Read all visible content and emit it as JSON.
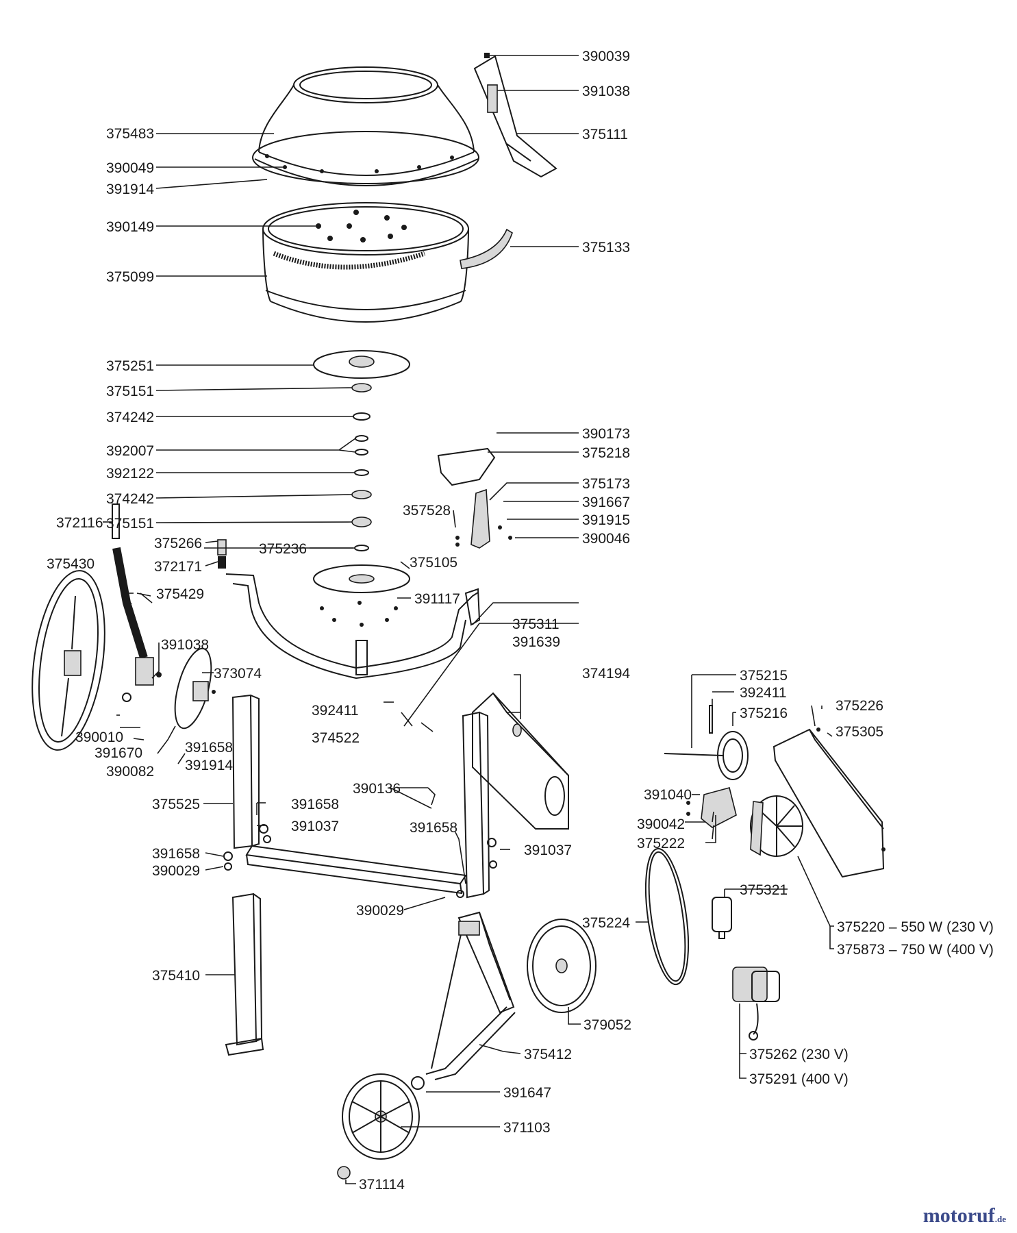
{
  "labels": [
    {
      "id": "390039",
      "text": "390039"
    },
    {
      "id": "391038a",
      "text": "391038"
    },
    {
      "id": "375111",
      "text": "375111"
    },
    {
      "id": "375483",
      "text": "375483"
    },
    {
      "id": "390049",
      "text": "390049"
    },
    {
      "id": "391914a",
      "text": "391914"
    },
    {
      "id": "390149",
      "text": "390149"
    },
    {
      "id": "375133",
      "text": "375133"
    },
    {
      "id": "375099",
      "text": "375099"
    },
    {
      "id": "375251",
      "text": "375251"
    },
    {
      "id": "375151a",
      "text": "375151"
    },
    {
      "id": "374242a",
      "text": "374242"
    },
    {
      "id": "392007",
      "text": "392007"
    },
    {
      "id": "392122",
      "text": "392122"
    },
    {
      "id": "374242b",
      "text": "374242"
    },
    {
      "id": "375151b",
      "text": "375151"
    },
    {
      "id": "372116",
      "text": "372116"
    },
    {
      "id": "375266",
      "text": "375266"
    },
    {
      "id": "372171",
      "text": "372171"
    },
    {
      "id": "375236",
      "text": "375236"
    },
    {
      "id": "375105",
      "text": "375105"
    },
    {
      "id": "390173",
      "text": "390173"
    },
    {
      "id": "375218",
      "text": "375218"
    },
    {
      "id": "375173",
      "text": "375173"
    },
    {
      "id": "391667",
      "text": "391667"
    },
    {
      "id": "357528",
      "text": "357528"
    },
    {
      "id": "391915",
      "text": "391915"
    },
    {
      "id": "390046",
      "text": "390046"
    },
    {
      "id": "375430",
      "text": "375430"
    },
    {
      "id": "375429",
      "text": "375429"
    },
    {
      "id": "391117",
      "text": "391117"
    },
    {
      "id": "375311",
      "text": "375311"
    },
    {
      "id": "391639",
      "text": "391639"
    },
    {
      "id": "391038b",
      "text": "391038"
    },
    {
      "id": "373074",
      "text": "373074"
    },
    {
      "id": "374194",
      "text": "374194"
    },
    {
      "id": "375215",
      "text": "375215"
    },
    {
      "id": "392411a",
      "text": "392411"
    },
    {
      "id": "375226",
      "text": "375226"
    },
    {
      "id": "375216",
      "text": "375216"
    },
    {
      "id": "375305",
      "text": "375305"
    },
    {
      "id": "392411b",
      "text": "392411"
    },
    {
      "id": "374522",
      "text": "374522"
    },
    {
      "id": "390010",
      "text": "390010"
    },
    {
      "id": "391670",
      "text": "391670"
    },
    {
      "id": "391658a",
      "text": "391658"
    },
    {
      "id": "390082",
      "text": "390082"
    },
    {
      "id": "391914b",
      "text": "391914"
    },
    {
      "id": "390136",
      "text": "390136"
    },
    {
      "id": "391040",
      "text": "391040"
    },
    {
      "id": "375525",
      "text": "375525"
    },
    {
      "id": "391658b",
      "text": "391658"
    },
    {
      "id": "391037a",
      "text": "391037"
    },
    {
      "id": "391658c",
      "text": "391658"
    },
    {
      "id": "390042",
      "text": "390042"
    },
    {
      "id": "375222",
      "text": "375222"
    },
    {
      "id": "391658d",
      "text": "391658"
    },
    {
      "id": "390029a",
      "text": "390029"
    },
    {
      "id": "391037b",
      "text": "391037"
    },
    {
      "id": "375321",
      "text": "375321"
    },
    {
      "id": "390029b",
      "text": "390029"
    },
    {
      "id": "375224",
      "text": "375224"
    },
    {
      "id": "375220",
      "text": "375220 – 550 W (230 V)"
    },
    {
      "id": "375873",
      "text": "375873 – 750 W (400 V)"
    },
    {
      "id": "375410",
      "text": "375410"
    },
    {
      "id": "379052",
      "text": "379052"
    },
    {
      "id": "375412",
      "text": "375412"
    },
    {
      "id": "375262",
      "text": "375262 (230 V)"
    },
    {
      "id": "375291",
      "text": "375291 (400 V)"
    },
    {
      "id": "391647",
      "text": "391647"
    },
    {
      "id": "371103",
      "text": "371103"
    },
    {
      "id": "371114",
      "text": "371114"
    }
  ],
  "watermark": {
    "brand_a": "motoruf",
    "brand_b": "",
    "suffix": ".de"
  }
}
